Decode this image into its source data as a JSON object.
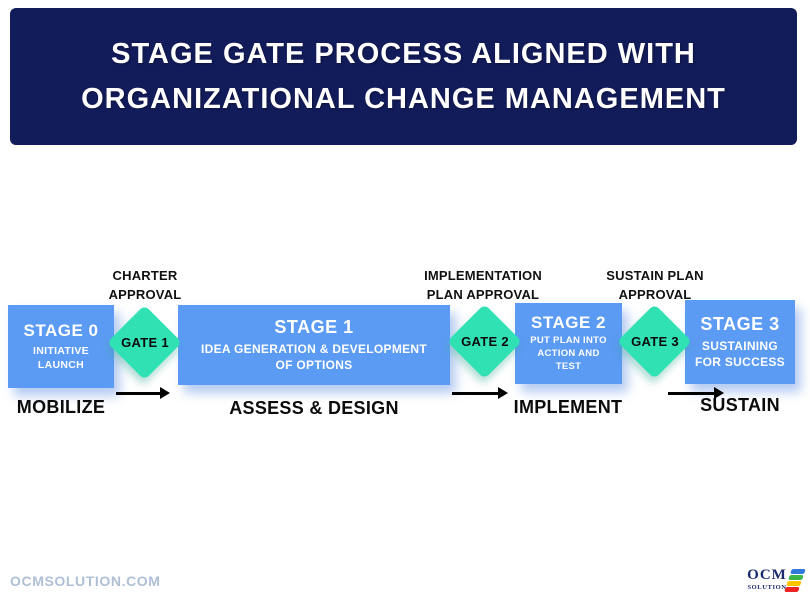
{
  "header": {
    "title_line1": "STAGE GATE PROCESS ALIGNED WITH",
    "title_line2": "ORGANIZATIONAL CHANGE MANAGEMENT"
  },
  "diagram": {
    "stages": [
      {
        "name": "STAGE 0",
        "desc_line1": "INITIATIVE",
        "desc_line2": "LAUNCH",
        "phase": "MOBILIZE"
      },
      {
        "name": "STAGE 1",
        "desc_line1": "IDEA GENERATION & DEVELOPMENT",
        "desc_line2": "OF OPTIONS",
        "phase": "ASSESS & DESIGN"
      },
      {
        "name": "STAGE 2",
        "desc_line1": "PUT PLAN INTO",
        "desc_line2": "ACTION AND",
        "desc_line3": "TEST",
        "phase": "IMPLEMENT"
      },
      {
        "name": "STAGE 3",
        "desc_line1": "SUSTAINING",
        "desc_line2": "FOR SUCCESS",
        "phase": "SUSTAIN"
      }
    ],
    "gates": [
      {
        "name": "GATE 1",
        "approval_line1": "CHARTER",
        "approval_line2": "APPROVAL"
      },
      {
        "name": "GATE 2",
        "approval_line1": "IMPLEMENTATION",
        "approval_line2": "PLAN APPROVAL"
      },
      {
        "name": "GATE 3",
        "approval_line1": "SUSTAIN PLAN",
        "approval_line2": "APPROVAL"
      }
    ]
  },
  "footer": {
    "website": "OCMSOLUTION.COM",
    "logo": {
      "text": "OCM",
      "subtext": "SOLUTION",
      "bar_colors": [
        "#2E79D9",
        "#3DB54A",
        "#FFC400",
        "#EE2222"
      ]
    }
  },
  "colors": {
    "banner_navy": "#131C5B",
    "stage_blue": "#5B9BF3",
    "gate_teal": "#2FE1B3",
    "label_black": "#111111",
    "watermark_gray_blue": "#AEBFD6",
    "logo_navy": "#1A2A6C"
  }
}
